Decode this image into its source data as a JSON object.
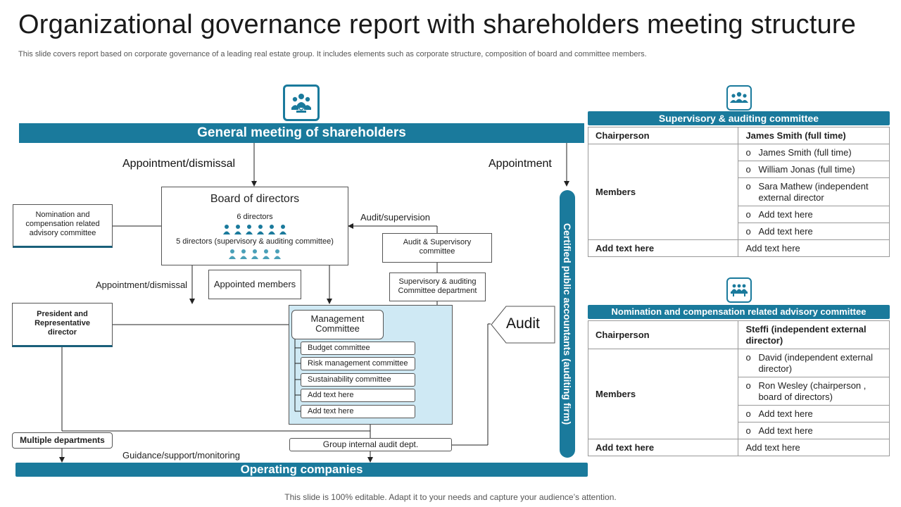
{
  "title": "Organizational governance report with shareholders meeting structure",
  "subtitle": "This slide covers report based on corporate governance of a leading real estate group. It includes elements such as corporate structure, composition of board and committee members.",
  "footer": "This slide is 100% editable. Adapt it to your needs and capture your audience’s attention.",
  "colors": {
    "accent": "#1a7a9c",
    "light_panel": "#cfe9f4"
  },
  "diagram": {
    "general_meeting": "General meeting of shareholders",
    "operating_companies": "Operating companies",
    "appointment_dismissal_top": "Appointment/dismissal",
    "appointment": "Appointment",
    "board": {
      "title": "Board of directors",
      "directors_count": "6 directors",
      "directors_detail": "5 directors (supervisory & auditing committee)"
    },
    "nomination_box": "Nomination and compensation related advisory committee",
    "audit_supervision": "Audit/supervision",
    "audit_supervisory_committee": "Audit & Supervisory committee",
    "supervisory_dept": "Supervisory & auditing Committee department",
    "appointment_dismissal_mid": "Appointment/dismissal",
    "appointed_members": "Appointed members",
    "president": "President and Representative director",
    "management_committee": "Management Committee",
    "management_items": [
      "Budget committee",
      "Risk management committee",
      "Sustainability committee",
      "Add text here",
      "Add text here"
    ],
    "audit": "Audit",
    "cpa": "Certified public accountants (auditing firm)",
    "multiple_departments": "Multiple departments",
    "group_audit": "Group internal audit dept.",
    "guidance": "Guidance/support/monitoring"
  },
  "supervisory_committee": {
    "heading": "Supervisory & auditing committee",
    "chair_label": "Chairperson",
    "chair_value": "James Smith (full time)",
    "members_label": "Members",
    "members": [
      "James Smith (full time)",
      "William Jonas (full time)",
      "Sara Mathew (independent external director",
      "Add text here",
      "Add text here"
    ],
    "extra_label": "Add text here",
    "extra_value": "Add text here"
  },
  "nomination_committee": {
    "heading": "Nomination and compensation related advisory committee",
    "chair_label": "Chairperson",
    "chair_value": "Steffi (independent external director)",
    "members_label": "Members",
    "members": [
      "David (independent external director)",
      "Ron Wesley (chairperson , board of directors)",
      "Add text here",
      "Add text here"
    ],
    "extra_label": "Add text here",
    "extra_value": "Add text here"
  },
  "icons": [
    "meeting-icon",
    "group-icon",
    "board-meeting-icon",
    "person-icon"
  ]
}
